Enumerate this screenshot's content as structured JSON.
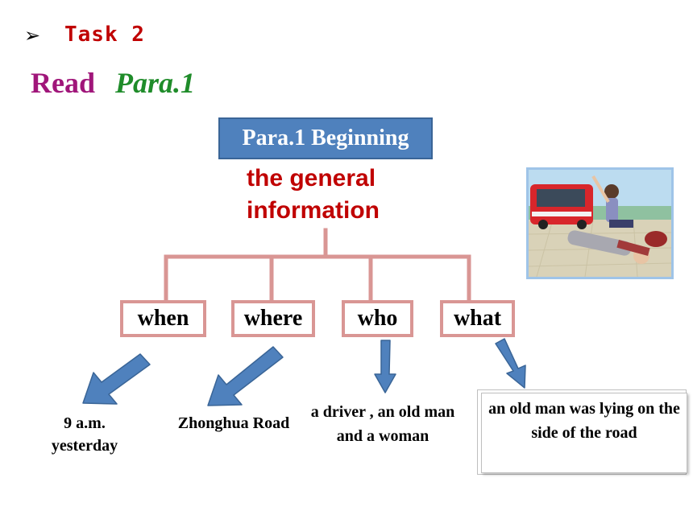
{
  "header": {
    "bullet_icon": "arrowhead-bullet-icon",
    "bullet_glyph": "➢",
    "task_title": "Task 2"
  },
  "heading": {
    "read": "Read",
    "para": "Para.1"
  },
  "diagram": {
    "root_label": "Para.1 Beginning",
    "root_caption": "the general information",
    "nodes": [
      {
        "label": "when",
        "answer": "9 a.m. yesterday"
      },
      {
        "label": "where",
        "answer": "Zhonghua Road"
      },
      {
        "label": "who",
        "answer": "a driver , an old man and a woman"
      },
      {
        "label": "what",
        "answer": "an old man was lying on the side of the road"
      }
    ],
    "colors": {
      "root_fill": "#4f81bd",
      "connector": "#d99694",
      "arrow_fill": "#4f81bd",
      "caption": "#c00000"
    }
  },
  "illustration": {
    "icon": "accident-scene-illustration"
  }
}
